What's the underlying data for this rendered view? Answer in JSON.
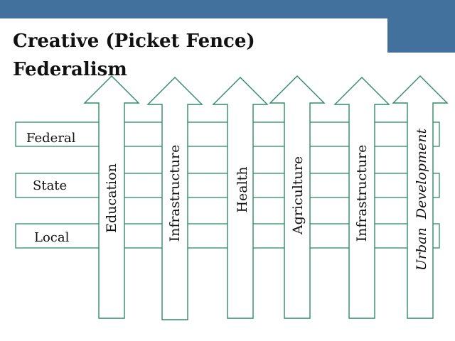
{
  "slide": {
    "title_line1": "Creative (Picket Fence)",
    "title_line2": "Federalism"
  },
  "levels": [
    "Federal",
    "State",
    "Local"
  ],
  "pickets": [
    "Education",
    "Infrastructure",
    "Health",
    "Agriculture",
    "Infrastructure",
    "Urban  Development"
  ],
  "colors": {
    "accent_bar": "#41719c",
    "arrow_outline": "#2e8b67",
    "rail_outline": "#2e8b67",
    "text": "#111111"
  }
}
